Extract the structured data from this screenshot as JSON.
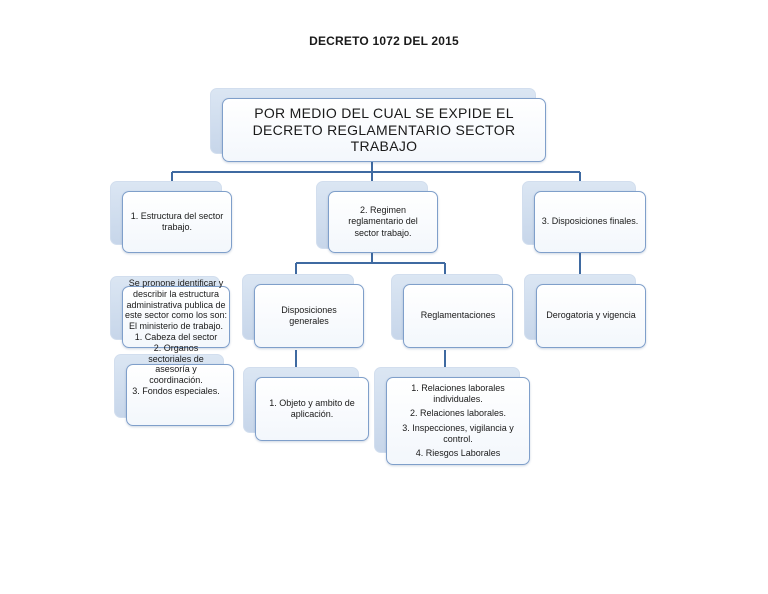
{
  "title": "DECRETO 1072 DEL 2015",
  "root": {
    "label": "POR MEDIO DEL CUAL SE EXPIDE EL DECRETO REGLAMENTARIO SECTOR TRABAJO"
  },
  "level1": {
    "estructura": "1. Estructura del sector trabajo.",
    "regimen": "2. Regimen reglamentario del sector trabajo.",
    "disposiciones_finales": "3. Disposiciones finales."
  },
  "estructura_text": {
    "intro": "Se pronone identificar y describir la estructura administrativa publica de este sector como los son: El ministerio de trabajo.",
    "item1": "1. Cabeza del sector",
    "item2": "2. Organos sectoriales de asesoría y coordinación.",
    "item3": "3. Fondos especiales."
  },
  "level2": {
    "disposiciones_generales": "Disposiciones generales",
    "reglamentaciones": "Reglamentaciones",
    "derogatoria": "Derogatoria y vigencia"
  },
  "level3": {
    "objeto": "1. Objeto y ambito de aplicación.",
    "reglamentaciones_list": [
      "1. Relaciones laborales individuales.",
      "2. Relaciones laborales.",
      "3. Inspecciones, vigilancia y control.",
      "4. Riesgos Laborales"
    ]
  },
  "colors": {
    "connector": "#3f6aa1",
    "box_border": "#7f9fca",
    "shadow_box": "#c7d6ea"
  }
}
